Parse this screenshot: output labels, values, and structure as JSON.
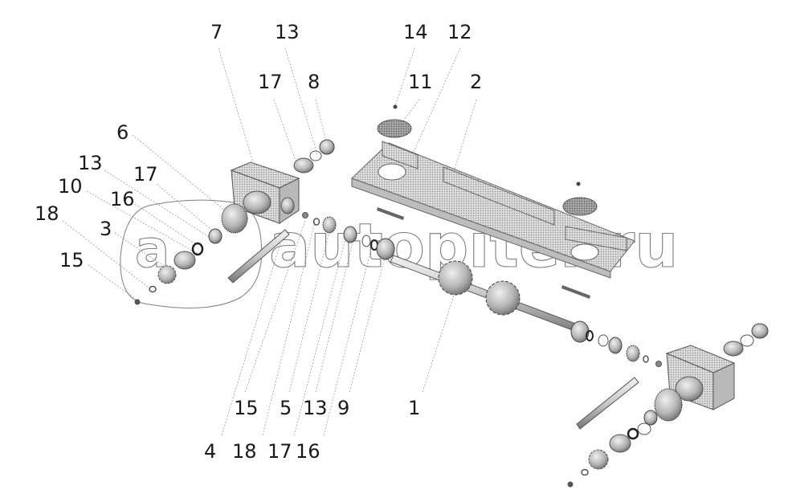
{
  "diagram": {
    "type": "exploded-assembly-drawing",
    "watermark": "autopiter.ru",
    "callouts": [
      {
        "id": "c7a",
        "label": "7"
      },
      {
        "id": "c13a",
        "label": "13"
      },
      {
        "id": "c14",
        "label": "14"
      },
      {
        "id": "c12",
        "label": "12"
      },
      {
        "id": "c17a",
        "label": "17"
      },
      {
        "id": "c8",
        "label": "8"
      },
      {
        "id": "c11",
        "label": "11"
      },
      {
        "id": "c2",
        "label": "2"
      },
      {
        "id": "c6",
        "label": "6"
      },
      {
        "id": "c13b",
        "label": "13"
      },
      {
        "id": "c17b",
        "label": "17"
      },
      {
        "id": "c10",
        "label": "10"
      },
      {
        "id": "c16a",
        "label": "16"
      },
      {
        "id": "c18a",
        "label": "18"
      },
      {
        "id": "c3",
        "label": "3"
      },
      {
        "id": "c15a",
        "label": "15"
      },
      {
        "id": "c15b",
        "label": "15"
      },
      {
        "id": "c5",
        "label": "5"
      },
      {
        "id": "c13c",
        "label": "13"
      },
      {
        "id": "c9",
        "label": "9"
      },
      {
        "id": "c1",
        "label": "1"
      },
      {
        "id": "c4",
        "label": "4"
      },
      {
        "id": "c18b",
        "label": "18"
      },
      {
        "id": "c17c",
        "label": "17"
      },
      {
        "id": "c16b",
        "label": "16"
      }
    ]
  }
}
